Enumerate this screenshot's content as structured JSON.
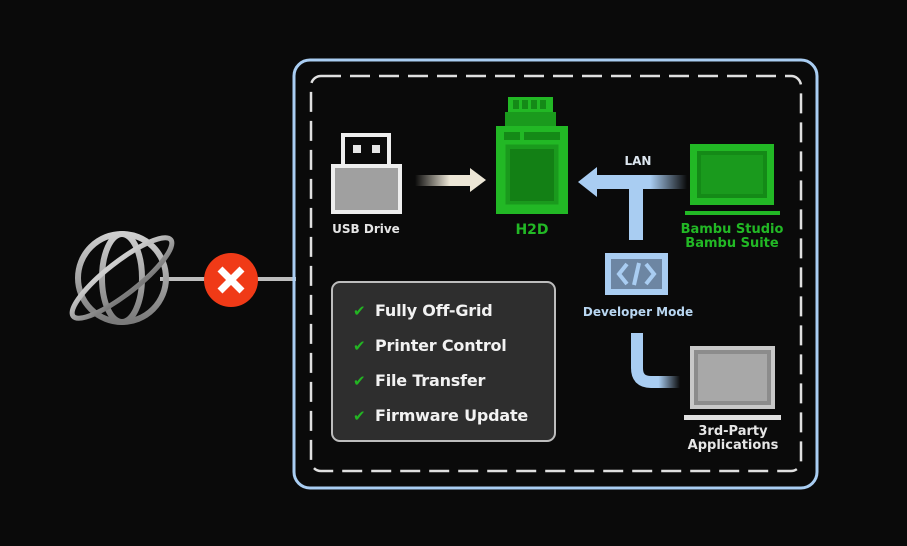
{
  "diagram": {
    "internet": {
      "icon": "globe-icon",
      "status_icon": "blocked-x-icon",
      "status": "disconnected"
    },
    "usb": {
      "label": "USB Drive"
    },
    "printer": {
      "label": "H2D"
    },
    "lan": {
      "label": "LAN"
    },
    "bambu": {
      "label_line1": "Bambu Studio",
      "label_line2": "Bambu Suite"
    },
    "developer": {
      "label": "Developer Mode",
      "icon": "code-icon"
    },
    "third_party": {
      "label_line1": "3rd-Party",
      "label_line2": "Applications"
    },
    "features": [
      {
        "label": "Fully Off-Grid"
      },
      {
        "label": "Printer Control"
      },
      {
        "label": "File Transfer"
      },
      {
        "label": "Firmware Update"
      }
    ]
  },
  "colors": {
    "background": "#0a0a0a",
    "green": "#22b825",
    "blue": "#a9cdf2",
    "red": "#f03a17",
    "gray": "#a0a0a0"
  }
}
